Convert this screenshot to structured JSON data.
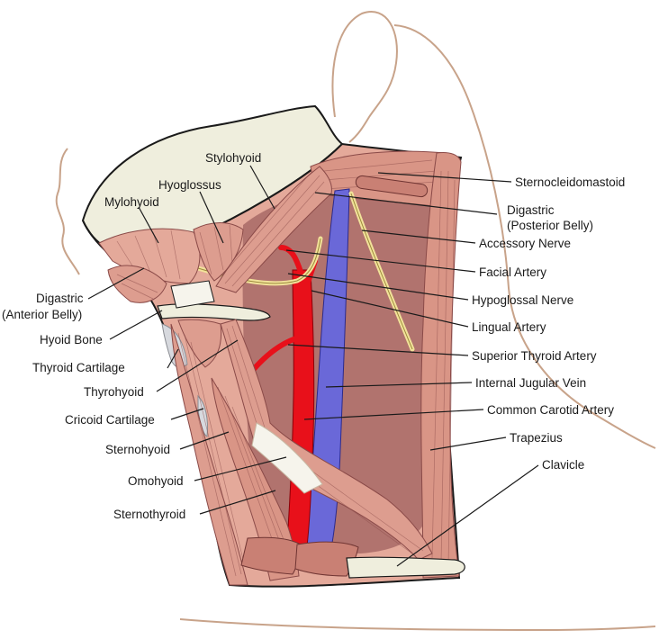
{
  "colors": {
    "muscle": "#e4a99a",
    "muscle_dark": "#c98074",
    "deep_cavity": "#a86a66",
    "artery": "#e8101a",
    "vein": "#6a68d8",
    "nerve": "#f2e29a",
    "bone": "#efeedd",
    "skin_outline": "#c8a38a",
    "outline": "#1a1a1a"
  },
  "labels": [
    {
      "id": "sternocleidomastoid",
      "text": "Sternocleidomastoid"
    },
    {
      "id": "digastric-posterior-1",
      "text": "Digastric"
    },
    {
      "id": "digastric-posterior-2",
      "text": "(Posterior Belly)"
    },
    {
      "id": "accessory-nerve",
      "text": "Accessory Nerve"
    },
    {
      "id": "facial-artery",
      "text": "Facial Artery"
    },
    {
      "id": "hypoglossal-nerve",
      "text": "Hypoglossal Nerve"
    },
    {
      "id": "lingual-artery",
      "text": "Lingual Artery"
    },
    {
      "id": "superior-thyroid-artery",
      "text": "Superior Thyroid Artery"
    },
    {
      "id": "internal-jugular-vein",
      "text": "Internal Jugular Vein"
    },
    {
      "id": "common-carotid-artery",
      "text": "Common Carotid Artery"
    },
    {
      "id": "trapezius",
      "text": "Trapezius"
    },
    {
      "id": "clavicle",
      "text": "Clavicle"
    },
    {
      "id": "stylohyoid",
      "text": "Stylohyoid"
    },
    {
      "id": "hyoglossus",
      "text": "Hyoglossus"
    },
    {
      "id": "mylohyoid",
      "text": "Mylohyoid"
    },
    {
      "id": "digastric-anterior-1",
      "text": "Digastric"
    },
    {
      "id": "digastric-anterior-2",
      "text": "(Anterior Belly)"
    },
    {
      "id": "hyoid-bone",
      "text": "Hyoid Bone"
    },
    {
      "id": "thyroid-cartilage",
      "text": "Thyroid Cartilage"
    },
    {
      "id": "thyrohyoid",
      "text": "Thyrohyoid"
    },
    {
      "id": "cricoid-cartilage",
      "text": "Cricoid Cartilage"
    },
    {
      "id": "sternohyoid",
      "text": "Sternohyoid"
    },
    {
      "id": "omohyoid",
      "text": "Omohyoid"
    },
    {
      "id": "sternothyroid",
      "text": "Sternothyroid"
    }
  ]
}
